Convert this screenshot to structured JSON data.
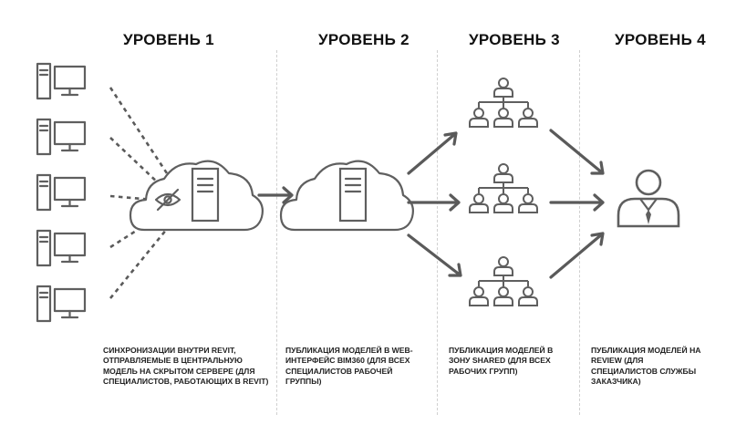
{
  "levels": [
    {
      "title": "УРОВЕНЬ 1",
      "description": "СИНХРОНИЗАЦИИ ВНУТРИ REVIT, ОТПРАВЛЯЕМЫЕ В ЦЕНТРАЛЬНУЮ МОДЕЛЬ НА СКРЫТОМ СЕРВЕРЕ (ДЛЯ СПЕЦИАЛИСТОВ, РАБОТАЮЩИХ В REVIT)"
    },
    {
      "title": "УРОВЕНЬ 2",
      "description": "ПУБЛИКАЦИЯ МОДЕЛЕЙ В WEB-ИНТЕРФЕЙС BIM360 (ДЛЯ ВСЕХ СПЕЦИАЛИСТОВ РАБОЧЕЙ ГРУППЫ)"
    },
    {
      "title": "УРОВЕНЬ 3",
      "description": "ПУБЛИКАЦИЯ МОДЕЛЕЙ В ЗОНУ SHARED (ДЛЯ ВСЕХ РАБОЧИХ ГРУПП)"
    },
    {
      "title": "УРОВЕНЬ 4",
      "description": "ПУБЛИКАЦИЯ МОДЕЛЕЙ НА REVIEW (ДЛЯ СПЕЦИАЛИСТОВ СЛУЖБЫ ЗАКАЗЧИКА)"
    }
  ],
  "icons": {
    "workstation": "workstation-icon",
    "hidden_cloud_server": "hidden-cloud-server-icon",
    "cloud_server": "cloud-server-icon",
    "team": "team-hierarchy-icon",
    "customer": "customer-person-icon"
  },
  "colors": {
    "icon_stroke": "#5f5f5f",
    "text": "#111111",
    "divider": "#d0d0d0"
  }
}
